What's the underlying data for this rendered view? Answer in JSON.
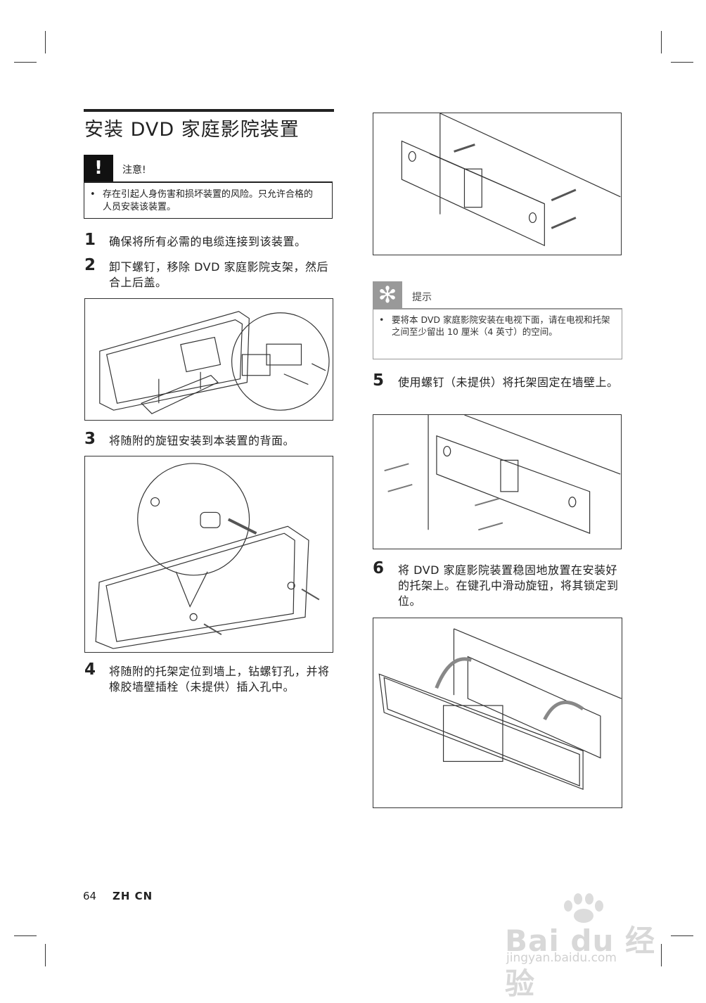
{
  "section_title": "安装 DVD 家庭影院装置",
  "caution": {
    "label": "注意!",
    "items": [
      "存在引起人身伤害和损坏装置的风险。只允许合格的人员安装该装置。"
    ]
  },
  "steps": [
    {
      "num": "1",
      "text": "确保将所有必需的电缆连接到该装置。"
    },
    {
      "num": "2",
      "text": "卸下螺钉，移除 DVD 家庭影院支架，然后合上后盖。"
    },
    {
      "num": "3",
      "text": "将随附的旋钮安装到本装置的背面。"
    },
    {
      "num": "4",
      "text": "将随附的托架定位到墙上，钻螺钉孔，并将橡胶墙壁插栓（未提供）插入孔中。"
    },
    {
      "num": "5",
      "text": "使用螺钉（未提供）将托架固定在墙壁上。"
    },
    {
      "num": "6",
      "text": "将 DVD 家庭影院装置稳固地放置在安装好的托架上。在键孔中滑动旋钮，将其锁定到位。"
    }
  ],
  "tip": {
    "label": "提示",
    "items": [
      "要将本 DVD 家庭影院安装在电视下面，请在电视和托架之间至少留出 10 厘米（4 英寸）的空间。"
    ]
  },
  "footer": {
    "page_number": "64",
    "language": "ZH CN"
  },
  "watermark": {
    "main": "Bai du 经验",
    "sub": "jingyan.baidu.com"
  }
}
